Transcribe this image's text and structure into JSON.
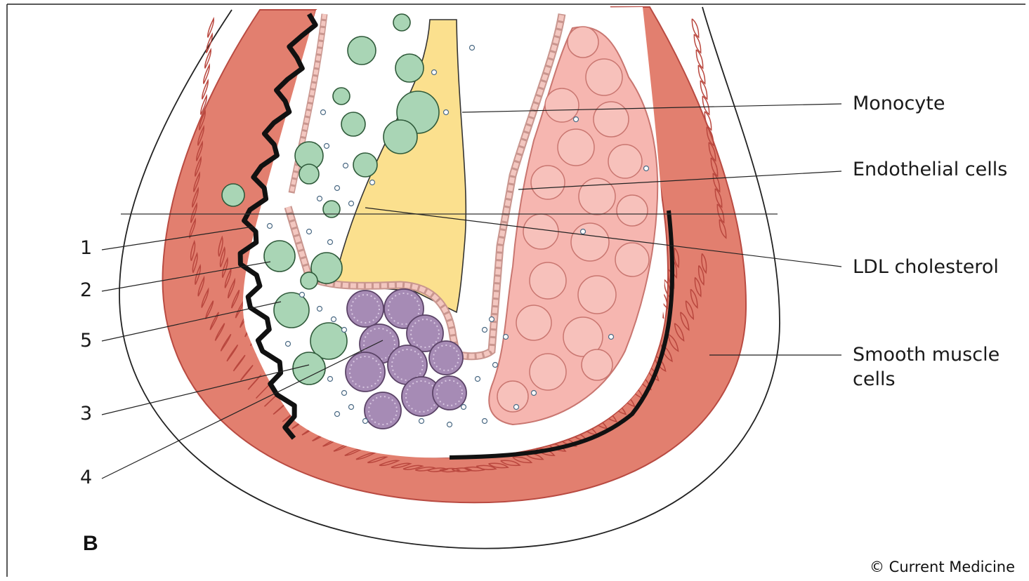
{
  "labels": {
    "monocyte": "Monocyte",
    "endothelial": "Endothelial cells",
    "ldl": "LDL cholesterol",
    "smooth_line1": "Smooth muscle",
    "smooth_line2": "cells"
  },
  "numbers": [
    "1",
    "2",
    "5",
    "3",
    "4"
  ],
  "panel_letter": "B",
  "credit": "© Current Medicine",
  "colors": {
    "muscle": "#e27f6f",
    "muscle_dark": "#c44f45",
    "lumen_yellow": "#fbe08e",
    "monocyte_green": "#a9d5b5",
    "foam_pink": "#f6b6b0",
    "macrophage_purple": "#a68bb5",
    "endothelium": "#f3c7c0"
  }
}
